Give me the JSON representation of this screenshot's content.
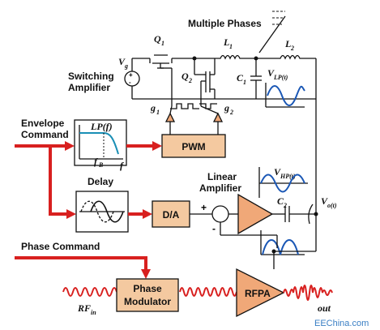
{
  "labels": {
    "multiple_phases": "Multiple Phases",
    "switching_amplifier_1": "Switching",
    "switching_amplifier_2": "Amplifier",
    "envelope_command_1": "Envelope",
    "envelope_command_2": "Command",
    "delay": "Delay",
    "linear_amplifier_1": "Linear",
    "linear_amplifier_2": "Amplifier",
    "phase_command": "Phase Command",
    "q1": "Q",
    "q1_sub": "1",
    "q2": "Q",
    "q2_sub": "2",
    "l1": "L",
    "l1_sub": "1",
    "l2": "L",
    "l2_sub": "2",
    "c1": "C",
    "c1_sub": "1",
    "c2": "C",
    "c2_sub": "2",
    "vg": "V",
    "vg_sub": "g",
    "g1": "g",
    "g1_sub": "1",
    "g2": "g",
    "g2_sub": "2",
    "vlp": "V",
    "vlp_sub": "LP(t)",
    "vhp": "V",
    "vhp_sub": "HP(t)",
    "vo": "V",
    "vo_sub": "o(t)",
    "lpf": "LP(f)",
    "fb": "f",
    "fb_sub": "B",
    "f": "f",
    "rfin": "RF",
    "rfin_sub": "in",
    "out": "out",
    "watermark": "EEChina.com"
  },
  "blocks": {
    "pwm": "PWM",
    "da": "D/A",
    "phase_modulator_1": "Phase",
    "phase_modulator_2": "Modulator",
    "rfpa": "RFPA"
  },
  "colors": {
    "signal_red": "#d8201f",
    "block_fill": "#f4c9a0",
    "amp_fill": "#f0a878",
    "waveform_blue": "#1a57b5"
  }
}
